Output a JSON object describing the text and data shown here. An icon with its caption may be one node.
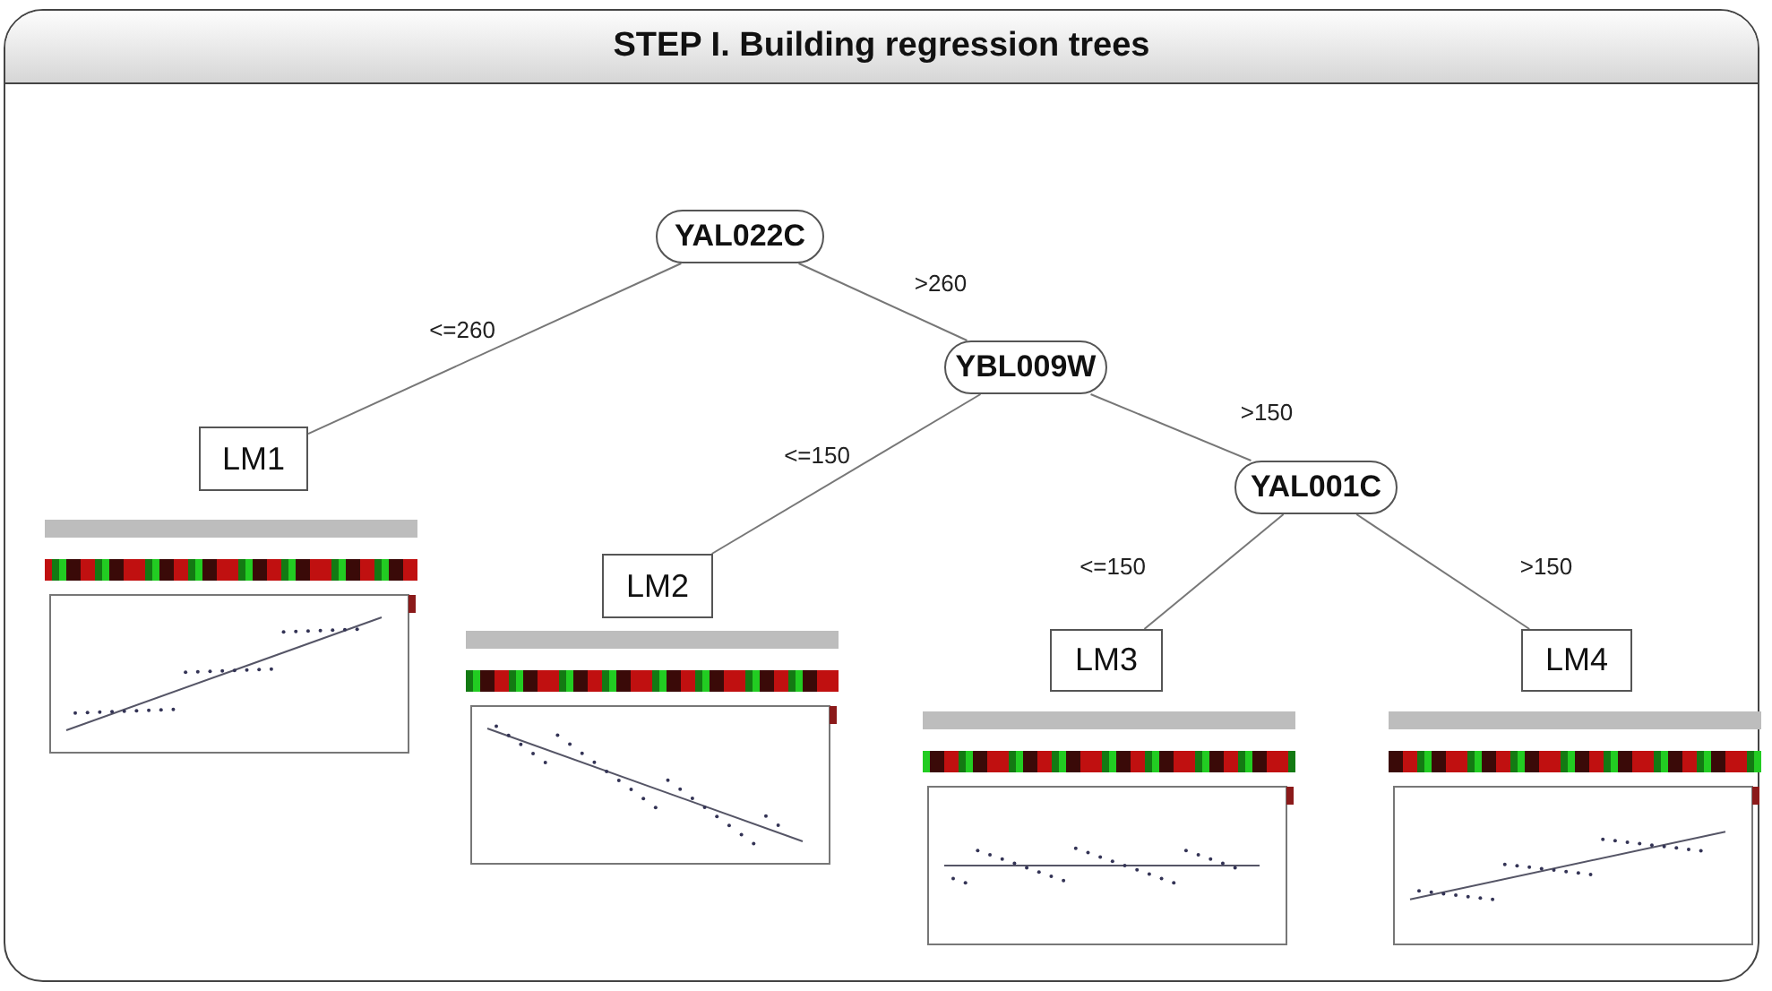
{
  "diagram": {
    "title": "STEP I. Building regression trees",
    "nodes": [
      {
        "text": [
          "YAL022C"
        ]
      },
      {
        "text": [
          "LM1"
        ]
      },
      {
        "text": [
          "YBL009W"
        ]
      },
      {
        "text": [
          "LM2"
        ]
      },
      {
        "text": [
          "YAL001C"
        ]
      },
      {
        "text": [
          "LM3"
        ]
      },
      {
        "text": [
          "LM4"
        ]
      }
    ],
    "edges": [
      {
        "from": 0,
        "to": 1,
        "arrow": "none",
        "label": "<=260"
      },
      {
        "from": 0,
        "to": 2,
        "arrow": "none",
        "label": ">260"
      },
      {
        "from": 2,
        "to": 3,
        "arrow": "none",
        "label": "<=150"
      },
      {
        "from": 2,
        "to": 4,
        "arrow": "none",
        "label": ">150"
      },
      {
        "from": 4,
        "to": 5,
        "arrow": "none",
        "label": "<=150"
      },
      {
        "from": 4,
        "to": 6,
        "arrow": "none",
        "label": ">150"
      }
    ]
  }
}
